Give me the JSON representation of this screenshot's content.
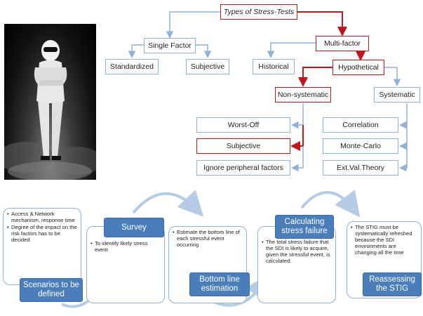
{
  "tree": {
    "root": "Types of Stress-Tests",
    "single_factor": "Single Factor",
    "multi_factor": "Multi-factor",
    "standardized": "Standardized",
    "subjective_top": "Subjective",
    "historical": "Historical",
    "hypothetical": "Hypothetical",
    "non_systematic": "Non-systematic",
    "systematic": "Systematic",
    "worst_off": "Worst-Off",
    "subjective_sub": "Subjective",
    "ignore_peripheral": "Ignore peripheral factors",
    "correlation": "Correlation",
    "monte_carlo": "Monte-Carlo",
    "ext_val_theory": "Ext.Val.Theory"
  },
  "process": {
    "step1": {
      "label": "Scenarios to be defined",
      "bullets": [
        "Access & Network mechanism, response time",
        "Degree of the impact on the risk factors has to be decided"
      ]
    },
    "step2": {
      "label": "Survey",
      "bullets": [
        "To identify likely stress event"
      ]
    },
    "step3": {
      "label": "Bottom line estimation",
      "bullets": [
        "Estimate the bottom line of each stressful event occurring"
      ]
    },
    "step4": {
      "label": "Calculating stress failure",
      "bullets": [
        "The total stress failure that the SDI is likely to acquire, given the stressful event, is calculated."
      ]
    },
    "step5": {
      "label": "Reassessing the STIG",
      "bullets": [
        "The STIG must be systematically refreshed because the SDI environments are changing all the time"
      ]
    }
  },
  "colors": {
    "accent_red": "#c0161c",
    "box_blue": "#4a7ebb",
    "line_blue": "#8fb2d6"
  }
}
